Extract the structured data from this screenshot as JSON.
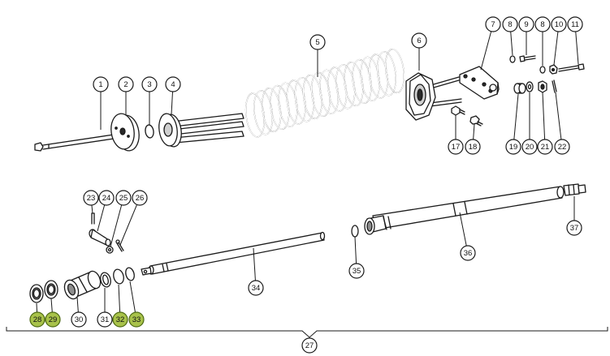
{
  "callouts": [
    {
      "id": "c1",
      "label": "1",
      "highlighted": false
    },
    {
      "id": "c2",
      "label": "2",
      "highlighted": false
    },
    {
      "id": "c3",
      "label": "3",
      "highlighted": false
    },
    {
      "id": "c4",
      "label": "4",
      "highlighted": false
    },
    {
      "id": "c5",
      "label": "5",
      "highlighted": false
    },
    {
      "id": "c6",
      "label": "6",
      "highlighted": false
    },
    {
      "id": "c7",
      "label": "7",
      "highlighted": false
    },
    {
      "id": "c8a",
      "label": "8",
      "highlighted": false
    },
    {
      "id": "c9",
      "label": "9",
      "highlighted": false
    },
    {
      "id": "c8b",
      "label": "8",
      "highlighted": false
    },
    {
      "id": "c10",
      "label": "10",
      "highlighted": false
    },
    {
      "id": "c11",
      "label": "11",
      "highlighted": false
    },
    {
      "id": "c17",
      "label": "17",
      "highlighted": false
    },
    {
      "id": "c18",
      "label": "18",
      "highlighted": false
    },
    {
      "id": "c19",
      "label": "19",
      "highlighted": false
    },
    {
      "id": "c20",
      "label": "20",
      "highlighted": false
    },
    {
      "id": "c21",
      "label": "21",
      "highlighted": false
    },
    {
      "id": "c22",
      "label": "22",
      "highlighted": false
    },
    {
      "id": "c23",
      "label": "23",
      "highlighted": false
    },
    {
      "id": "c24",
      "label": "24",
      "highlighted": false
    },
    {
      "id": "c25",
      "label": "25",
      "highlighted": false
    },
    {
      "id": "c26",
      "label": "26",
      "highlighted": false
    },
    {
      "id": "c28",
      "label": "28",
      "highlighted": true
    },
    {
      "id": "c29",
      "label": "29",
      "highlighted": true
    },
    {
      "id": "c30",
      "label": "30",
      "highlighted": false
    },
    {
      "id": "c31",
      "label": "31",
      "highlighted": false
    },
    {
      "id": "c32",
      "label": "32",
      "highlighted": true
    },
    {
      "id": "c33",
      "label": "33",
      "highlighted": true
    },
    {
      "id": "c34",
      "label": "34",
      "highlighted": false
    },
    {
      "id": "c35",
      "label": "35",
      "highlighted": false
    },
    {
      "id": "c36",
      "label": "36",
      "highlighted": false
    },
    {
      "id": "c37",
      "label": "37",
      "highlighted": false
    },
    {
      "id": "c27",
      "label": "27",
      "highlighted": false
    }
  ],
  "colors": {
    "highlight": "#a8c24a",
    "highlight_stroke": "#4d6a12",
    "line": "#1a1a1a",
    "background": "#ffffff"
  }
}
